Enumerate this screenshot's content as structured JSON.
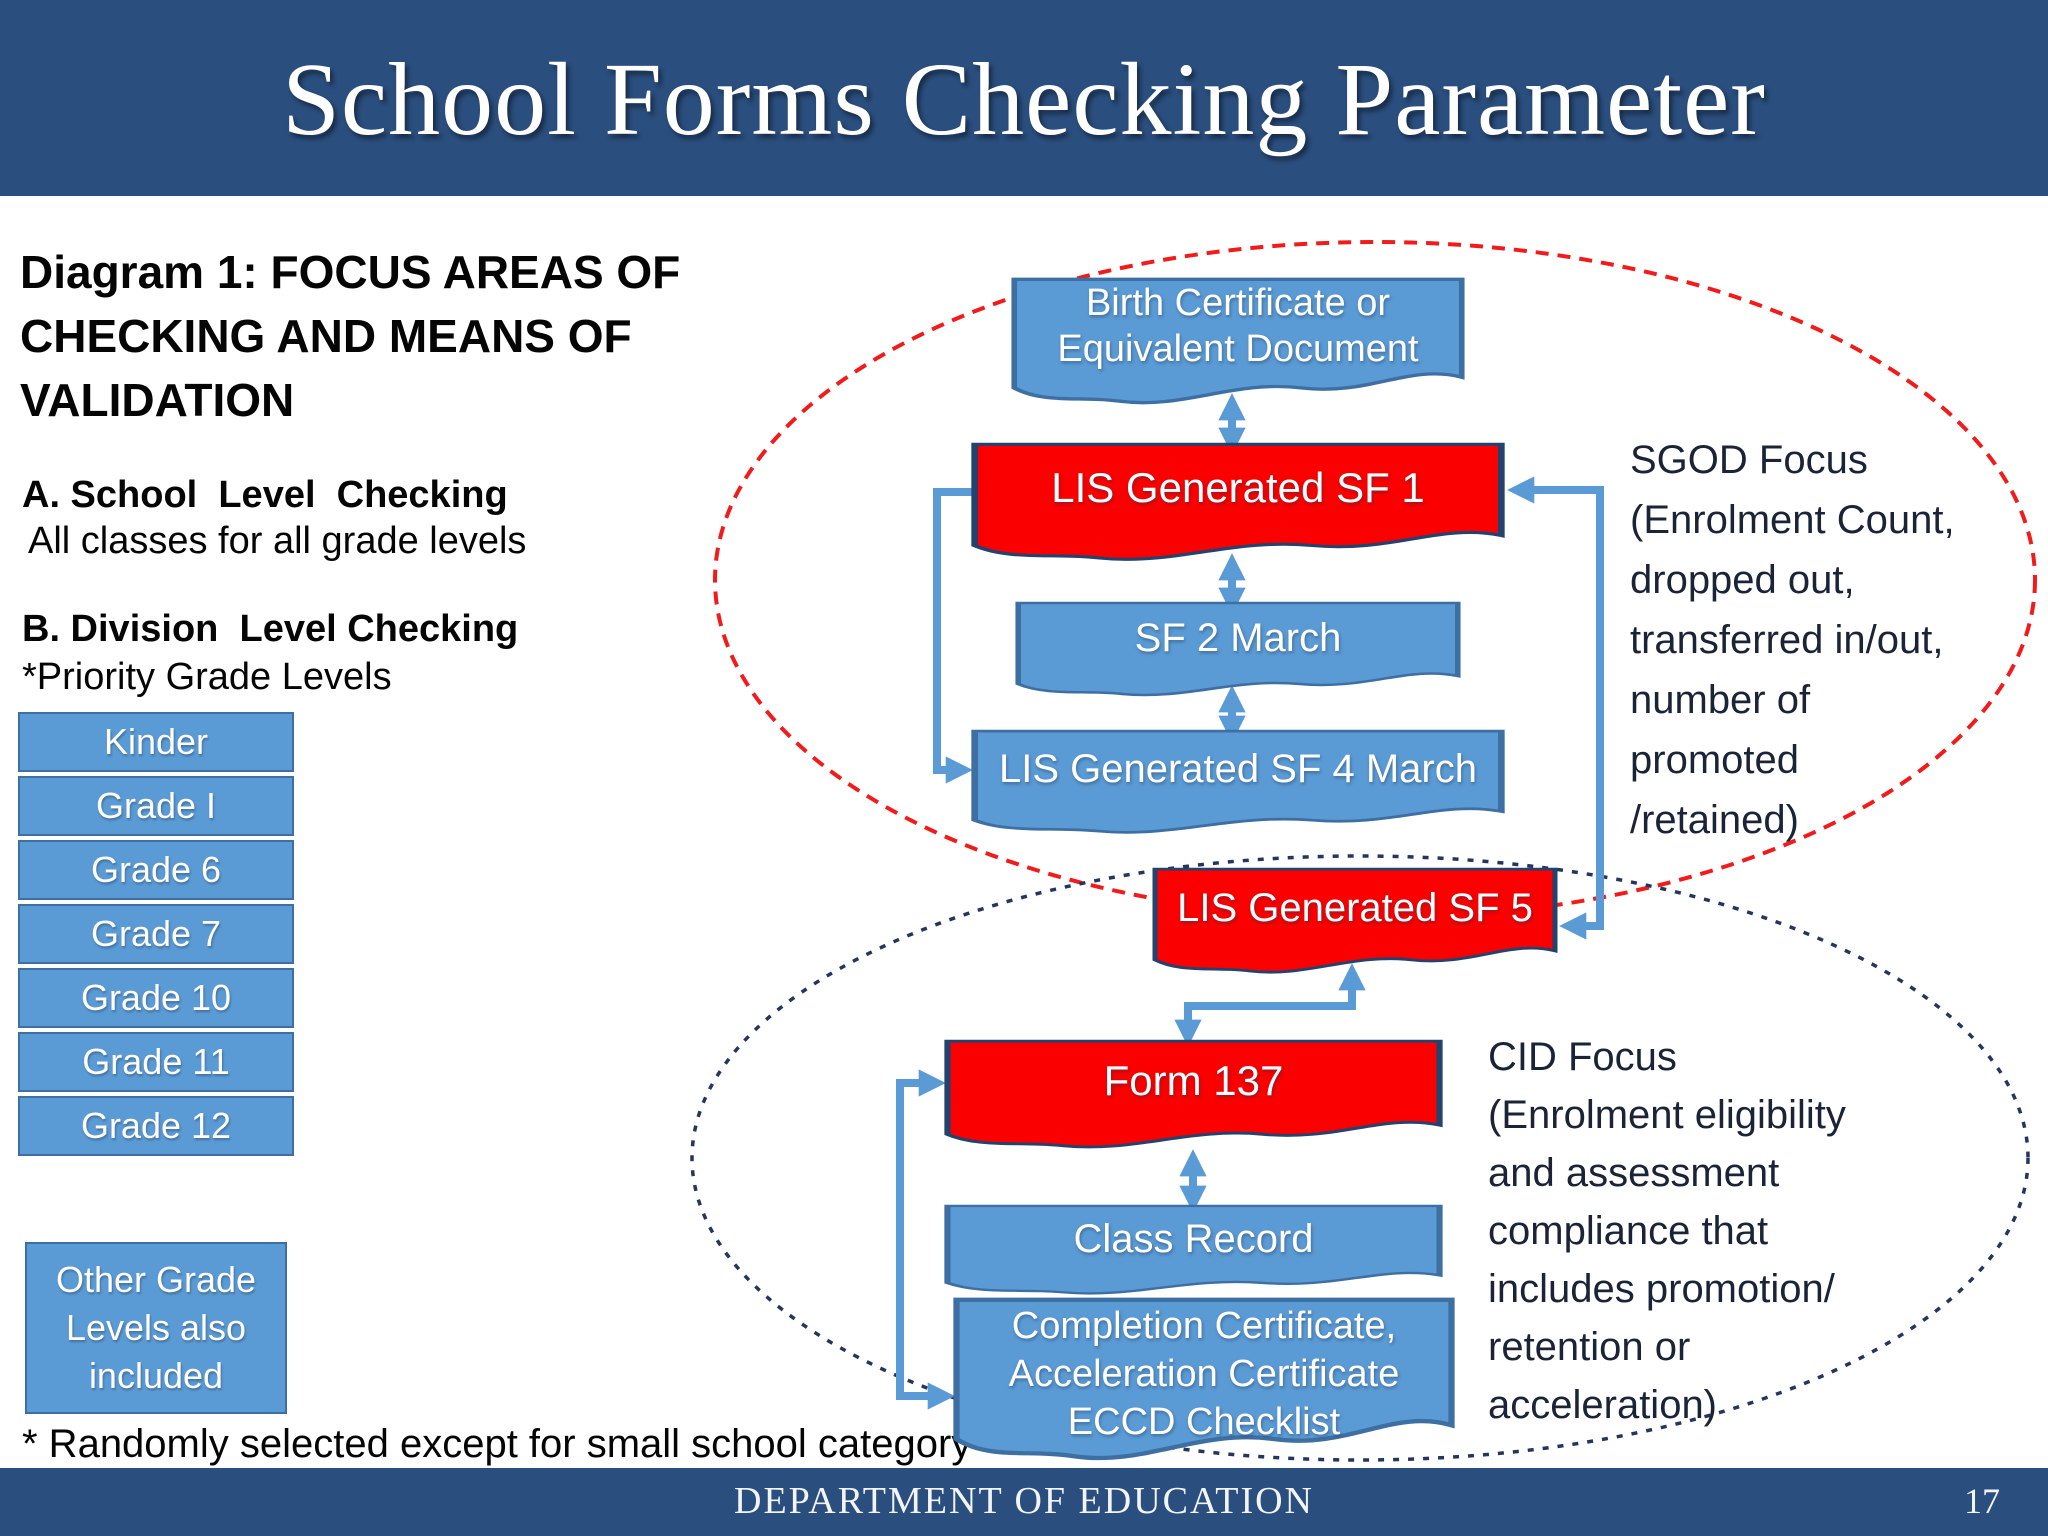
{
  "header": {
    "title": "School Forms Checking Parameter"
  },
  "footer": {
    "department": "DEPARTMENT OF EDUCATION",
    "page_number": "17"
  },
  "left_panel": {
    "heading": "Diagram 1: FOCUS AREAS OF CHECKING AND MEANS OF VALIDATION",
    "section_a": {
      "title": "A. School  Level  Checking",
      "body": "All classes for all grade levels"
    },
    "section_b": {
      "title": "B. Division  Level Checking",
      "note": "*Priority Grade Levels"
    },
    "grade_levels": [
      "Kinder",
      "Grade I",
      "Grade 6",
      "Grade 7",
      "Grade 10",
      "Grade 11",
      "Grade 12"
    ],
    "other_grades": "Other Grade\nLevels  also\nincluded",
    "footnote": "* Randomly selected except for small school category"
  },
  "diagram": {
    "nodes": {
      "birth_cert": {
        "label": "Birth Certificate or\nEquivalent Document",
        "color": "blue"
      },
      "sf1": {
        "label": "LIS Generated SF 1",
        "color": "red"
      },
      "sf2": {
        "label": "SF 2 March",
        "color": "blue"
      },
      "sf4": {
        "label": "LIS Generated SF 4 March",
        "color": "blue"
      },
      "sf5": {
        "label": "LIS Generated SF 5",
        "color": "red"
      },
      "form137": {
        "label": "Form 137",
        "color": "red"
      },
      "class_record": {
        "label": "Class Record",
        "color": "blue"
      },
      "completion": {
        "label": "Completion Certificate,\nAcceleration Certificate\nECCD Checklist",
        "color": "blue"
      }
    },
    "annotations": {
      "sgod": "SGOD Focus\n(Enrolment Count,\ndropped out,\ntransferred in/out,\nnumber of\npromoted\n/retained)",
      "cid": "CID Focus\n(Enrolment eligibility\nand assessment\ncompliance that\nincludes promotion/\nretention or\nacceleration)"
    }
  },
  "colors": {
    "header_bar": "#2A4E7E",
    "blue_box": "#5B9BD5",
    "blue_box_border": "#3E6FA3",
    "red_box": "#FA0000",
    "arrow": "#5B9BD5",
    "sgod_ellipse": "#F21B1B",
    "cid_ellipse": "#24365E"
  }
}
